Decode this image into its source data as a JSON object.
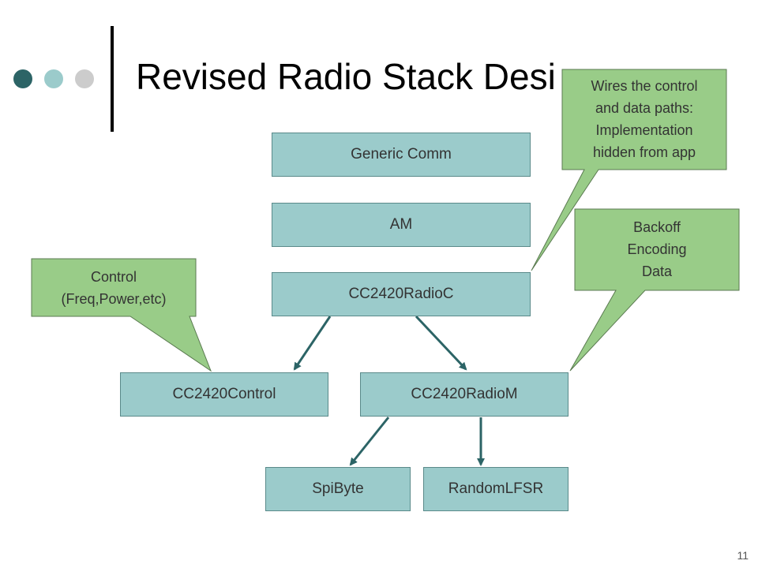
{
  "slide": {
    "title": "Revised Radio Stack Desi",
    "number": "11"
  },
  "nodes": {
    "generic_comm": "Generic Comm",
    "am": "AM",
    "cc2420_radio_c": "CC2420RadioC",
    "cc2420_control": "CC2420Control",
    "cc2420_radio_m": "CC2420RadioM",
    "spi_byte": "SpiByte",
    "random_lfsr": "RandomLFSR"
  },
  "callouts": {
    "control": "Control\n(Freq,Power,etc)",
    "backoff": "Backoff\nEncoding\nData",
    "wires": "Wires the control\nand data paths:\nImplementation\nhidden from app"
  },
  "colors": {
    "box_fill": "#9bcbcb",
    "callout_fill": "#99cc88",
    "arrow": "#2c6466",
    "bullet_dark": "#2c6466",
    "bullet_mid": "#9bcbcb",
    "bullet_light": "#cccccc"
  },
  "decorations": {
    "bullets": [
      "bullet-dark",
      "bullet-mid",
      "bullet-light"
    ],
    "arrow_head": "arrow-head-icon"
  }
}
